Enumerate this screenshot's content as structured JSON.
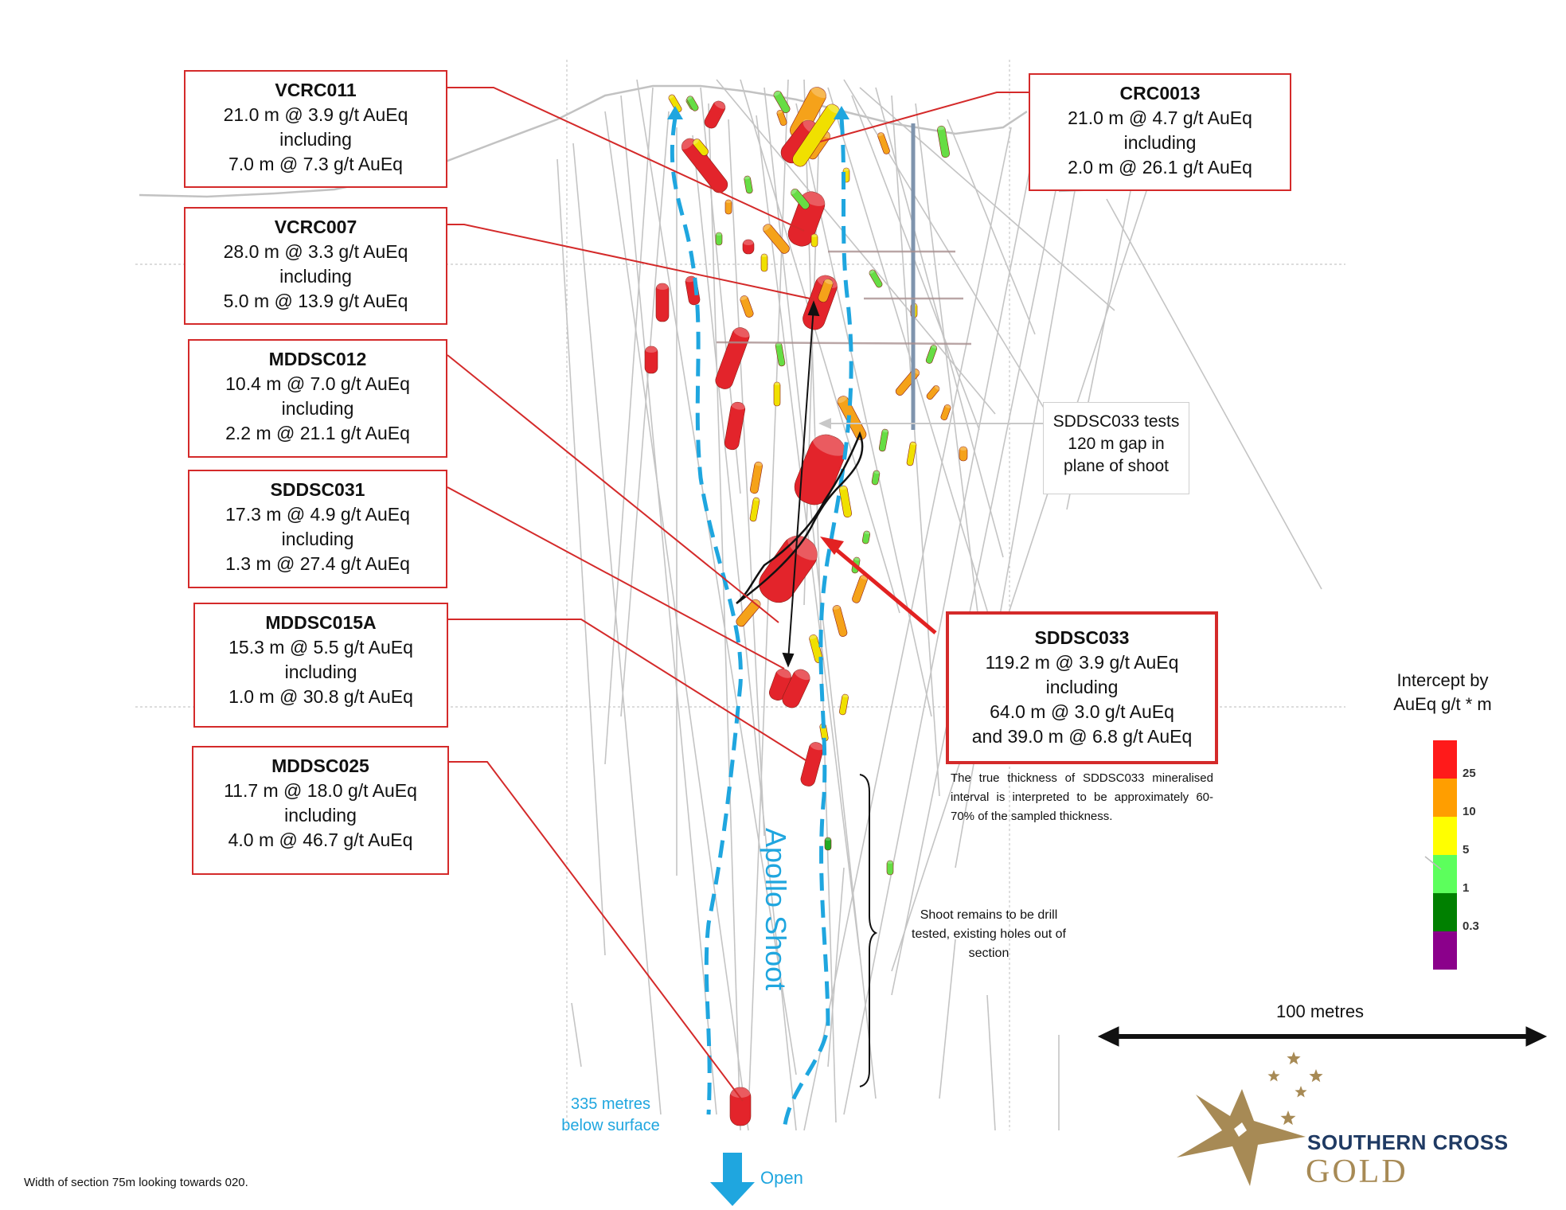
{
  "callouts": [
    {
      "id": "vcrc011",
      "hole": "VCRC011",
      "line1": "21.0 m @ 3.9 g/t AuEq",
      "line2": "including",
      "line3": "7.0 m @ 7.3 g/t AuEq"
    },
    {
      "id": "vcrc007",
      "hole": "VCRC007",
      "line1": "28.0 m @ 3.3 g/t AuEq",
      "line2": "including",
      "line3": "5.0 m @ 13.9 g/t AuEq"
    },
    {
      "id": "mddsc012",
      "hole": "MDDSC012",
      "line1": "10.4 m @ 7.0 g/t AuEq",
      "line2": "including",
      "line3": "2.2 m @ 21.1 g/t AuEq"
    },
    {
      "id": "sddsc031",
      "hole": "SDDSC031",
      "line1": "17.3 m @ 4.9 g/t AuEq",
      "line2": "including",
      "line3": "1.3 m @ 27.4 g/t AuEq"
    },
    {
      "id": "mddsc015a",
      "hole": "MDDSC015A",
      "line1": "15.3 m @ 5.5 g/t AuEq",
      "line2": "including",
      "line3": "1.0 m @ 30.8 g/t AuEq"
    },
    {
      "id": "mddsc025",
      "hole": "MDDSC025",
      "line1": "11.7 m @ 18.0 g/t AuEq",
      "line2": "including",
      "line3": "4.0 m @ 46.7 g/t AuEq"
    },
    {
      "id": "crc0013",
      "hole": "CRC0013",
      "line1": "21.0 m @ 4.7 g/t AuEq",
      "line2": "including",
      "line3": "2.0 m @ 26.1 g/t AuEq"
    }
  ],
  "sddsc033": {
    "hole": "SDDSC033",
    "line1": "119.2 m @ 3.9 g/t AuEq",
    "line2": "including",
    "line3": "64.0 m @ 3.0 g/t AuEq",
    "line4": "and 39.0 m @ 6.8 g/t AuEq"
  },
  "gap_note": {
    "line1": "SDDSC033 tests",
    "line2": "120 m gap in",
    "line3": "plane of shoot"
  },
  "thickness_note": "The true thickness of SDDSC033 mineralised interval is interpreted to be approximately 60-70% of the sampled thickness.",
  "shoot_note": {
    "line1": "Shoot remains to be drill",
    "line2": "tested, existing holes out of",
    "line3": "section"
  },
  "apollo_label": "Apollo Shoot",
  "depth_label": {
    "line1": "335 metres",
    "line2": "below surface"
  },
  "open_label": "Open",
  "legend": {
    "title_line1": "Intercept by",
    "title_line2": "AuEq g/t * m",
    "bins": [
      {
        "color": "#ff1a1a",
        "label": "25"
      },
      {
        "color": "#ff9e00",
        "label": "10"
      },
      {
        "color": "#ffff00",
        "label": "5"
      },
      {
        "color": "#5cff5c",
        "label": "1"
      },
      {
        "color": "#008000",
        "label": "0.3"
      },
      {
        "color": "#8b008b",
        "label": ""
      }
    ]
  },
  "scale_label": "100 metres",
  "footer": "Width of section 75m looking towards 020.",
  "logo": {
    "line1": "SOUTHERN CROSS",
    "line2": "GOLD"
  },
  "colors": {
    "callout_border": "#d42a2a",
    "shoot_blue": "#1fa6df",
    "logo_navy": "#1f3a63",
    "logo_gold": "#a78a55"
  }
}
